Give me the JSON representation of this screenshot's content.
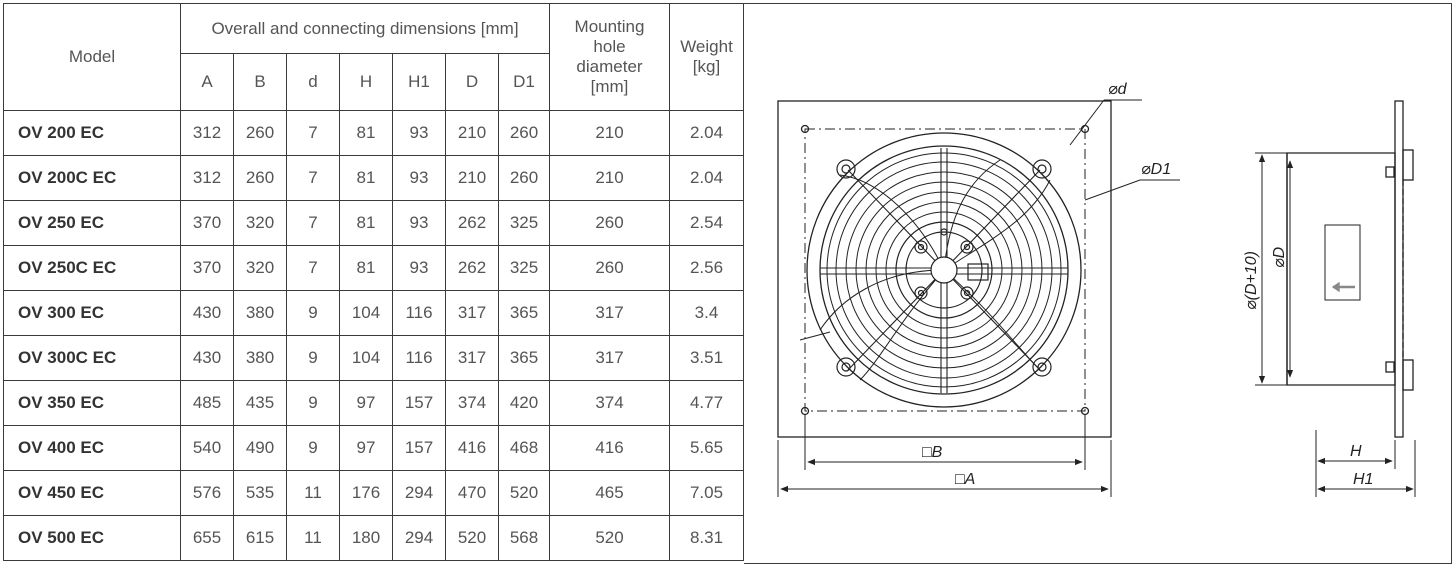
{
  "table": {
    "header": {
      "model": "Model",
      "dimensions_group": "Overall and connecting dimensions [mm]",
      "columns": [
        "A",
        "B",
        "d",
        "H",
        "H1",
        "D",
        "D1"
      ],
      "mounting": "Mounting hole diameter [mm]",
      "weight": "Weight [kg]"
    },
    "rows": [
      {
        "model": "OV 200 EC",
        "A": "312",
        "B": "260",
        "d": "7",
        "H": "81",
        "H1": "93",
        "D": "210",
        "D1": "260",
        "mount": "210",
        "weight": "2.04"
      },
      {
        "model": "OV 200C EC",
        "A": "312",
        "B": "260",
        "d": "7",
        "H": "81",
        "H1": "93",
        "D": "210",
        "D1": "260",
        "mount": "210",
        "weight": "2.04"
      },
      {
        "model": "OV 250 EC",
        "A": "370",
        "B": "320",
        "d": "7",
        "H": "81",
        "H1": "93",
        "D": "262",
        "D1": "325",
        "mount": "260",
        "weight": "2.54"
      },
      {
        "model": "OV 250C EC",
        "A": "370",
        "B": "320",
        "d": "7",
        "H": "81",
        "H1": "93",
        "D": "262",
        "D1": "325",
        "mount": "260",
        "weight": "2.56"
      },
      {
        "model": "OV 300 EC",
        "A": "430",
        "B": "380",
        "d": "9",
        "H": "104",
        "H1": "116",
        "D": "317",
        "D1": "365",
        "mount": "317",
        "weight": "3.4"
      },
      {
        "model": "OV 300C EC",
        "A": "430",
        "B": "380",
        "d": "9",
        "H": "104",
        "H1": "116",
        "D": "317",
        "D1": "365",
        "mount": "317",
        "weight": "3.51"
      },
      {
        "model": "OV 350 EC",
        "A": "485",
        "B": "435",
        "d": "9",
        "H": "97",
        "H1": "157",
        "D": "374",
        "D1": "420",
        "mount": "374",
        "weight": "4.77"
      },
      {
        "model": "OV 400 EC",
        "A": "540",
        "B": "490",
        "d": "9",
        "H": "97",
        "H1": "157",
        "D": "416",
        "D1": "468",
        "mount": "416",
        "weight": "5.65"
      },
      {
        "model": "OV 450 EC",
        "A": "576",
        "B": "535",
        "d": "11",
        "H": "176",
        "H1": "294",
        "D": "470",
        "D1": "520",
        "mount": "465",
        "weight": "7.05"
      },
      {
        "model": "OV 500 EC",
        "A": "655",
        "B": "615",
        "d": "11",
        "H": "180",
        "H1": "294",
        "D": "520",
        "D1": "568",
        "mount": "520",
        "weight": "8.31"
      }
    ]
  },
  "drawing": {
    "label_d": "⌀d",
    "label_D1": "⌀D1",
    "label_B": "□B",
    "label_A": "□A",
    "label_Dplus10": "⌀(D+10)",
    "label_D": "⌀D",
    "label_H": "H",
    "label_H1": "H1"
  },
  "colors": {
    "line": "#3a3a3a",
    "text": "#555555",
    "model_text": "#333333"
  }
}
